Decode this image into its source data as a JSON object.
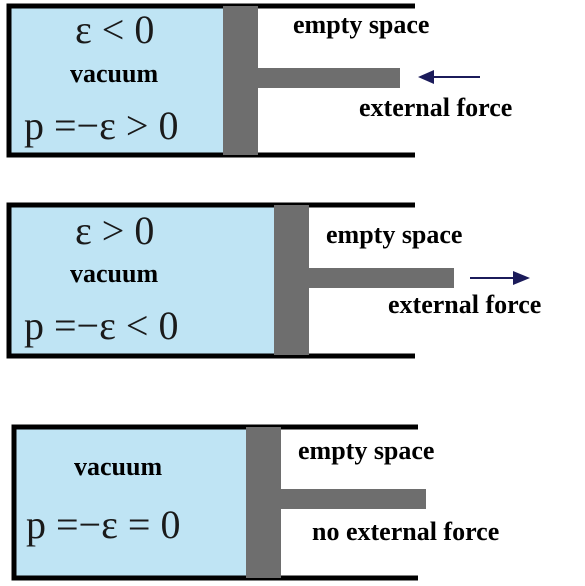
{
  "colors": {
    "vacuum_fill": "#bfe4f4",
    "piston": "#6e6e6e",
    "arrow": "#1b1b5a",
    "wall": "#000000"
  },
  "panels": [
    {
      "energy_line": "ε  <  0",
      "region_label": "vacuum",
      "pressure_line": "p =−ε  > 0",
      "outside_label": "empty space",
      "force_label": "external force",
      "force_arrow_direction": "left"
    },
    {
      "energy_line": "ε  >  0",
      "region_label": "vacuum",
      "pressure_line": "p =−ε  < 0",
      "outside_label": "empty space",
      "force_label": "external force",
      "force_arrow_direction": "right"
    },
    {
      "region_label": "vacuum",
      "pressure_line": "p =−ε  = 0",
      "outside_label": "empty space",
      "force_label": "no external force",
      "force_arrow_direction": "none"
    }
  ]
}
